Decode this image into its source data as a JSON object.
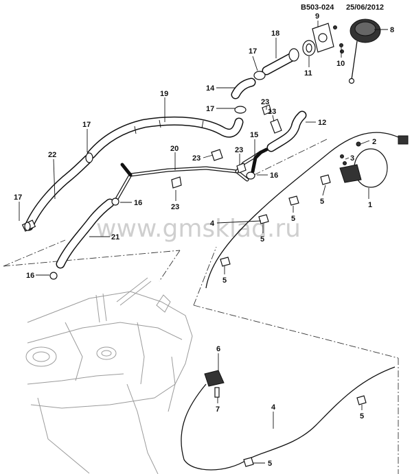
{
  "header": {
    "diagram_code": "B503-024",
    "date": "25/06/2012"
  },
  "watermark": "www.gmsklad.ru",
  "callouts": [
    {
      "id": "c1",
      "label": "1"
    },
    {
      "id": "c2",
      "label": "2"
    },
    {
      "id": "c3",
      "label": "3"
    },
    {
      "id": "c4a",
      "label": "4"
    },
    {
      "id": "c4b",
      "label": "4"
    },
    {
      "id": "c5a",
      "label": "5"
    },
    {
      "id": "c5b",
      "label": "5"
    },
    {
      "id": "c5c",
      "label": "5"
    },
    {
      "id": "c5d",
      "label": "5"
    },
    {
      "id": "c5e",
      "label": "5"
    },
    {
      "id": "c5f",
      "label": "5"
    },
    {
      "id": "c6",
      "label": "6"
    },
    {
      "id": "c7",
      "label": "7"
    },
    {
      "id": "c8",
      "label": "8"
    },
    {
      "id": "c9",
      "label": "9"
    },
    {
      "id": "c10",
      "label": "10"
    },
    {
      "id": "c11",
      "label": "11"
    },
    {
      "id": "c12",
      "label": "12"
    },
    {
      "id": "c13",
      "label": "13"
    },
    {
      "id": "c14",
      "label": "14"
    },
    {
      "id": "c15",
      "label": "15"
    },
    {
      "id": "c16a",
      "label": "16"
    },
    {
      "id": "c16b",
      "label": "16"
    },
    {
      "id": "c16c",
      "label": "16"
    },
    {
      "id": "c17a",
      "label": "17"
    },
    {
      "id": "c17b",
      "label": "17"
    },
    {
      "id": "c17c",
      "label": "17"
    },
    {
      "id": "c17d",
      "label": "17"
    },
    {
      "id": "c18",
      "label": "18"
    },
    {
      "id": "c19",
      "label": "19"
    },
    {
      "id": "c20",
      "label": "20"
    },
    {
      "id": "c21",
      "label": "21"
    },
    {
      "id": "c22",
      "label": "22"
    },
    {
      "id": "c23a",
      "label": "23"
    },
    {
      "id": "c23b",
      "label": "23"
    },
    {
      "id": "c23c",
      "label": "23"
    },
    {
      "id": "c23d",
      "label": "23"
    }
  ]
}
